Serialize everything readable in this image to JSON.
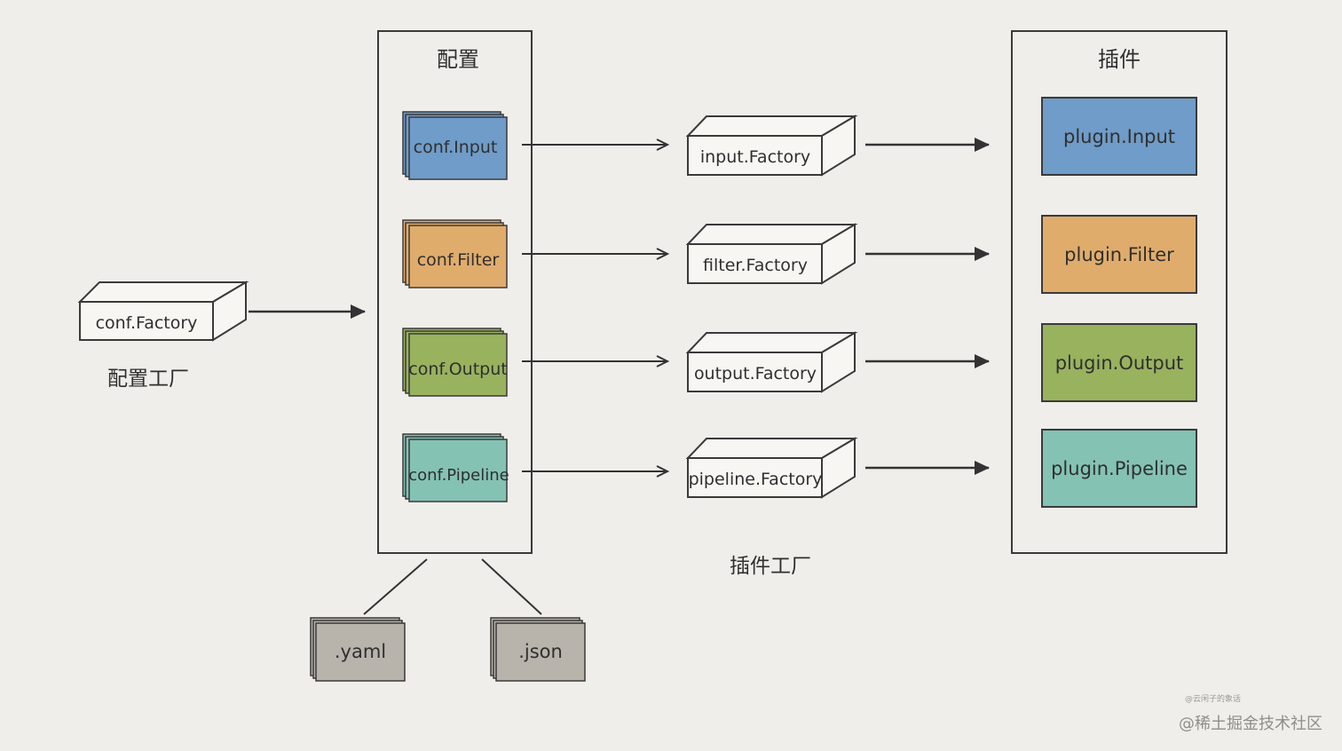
{
  "config_panel": {
    "title": "配置"
  },
  "plugin_panel": {
    "title": "插件"
  },
  "conf_factory": {
    "label": "conf.Factory",
    "caption": "配置工厂"
  },
  "conf_stacks": [
    {
      "label": "conf.Input",
      "color": "#6f9cc8"
    },
    {
      "label": "conf.Filter",
      "color": "#e0ac6c"
    },
    {
      "label": "conf.Output",
      "color": "#98b25e"
    },
    {
      "label": "conf.Pipeline",
      "color": "#84c2b4"
    }
  ],
  "plugin_factories": {
    "caption": "插件工厂",
    "items": [
      {
        "label": "input.Factory"
      },
      {
        "label": "filter.Factory"
      },
      {
        "label": "output.Factory"
      },
      {
        "label": "pipeline.Factory"
      }
    ]
  },
  "plugins": [
    {
      "label": "plugin.Input",
      "color": "#6f9cc8"
    },
    {
      "label": "plugin.Filter",
      "color": "#e0ac6c"
    },
    {
      "label": "plugin.Output",
      "color": "#98b25e"
    },
    {
      "label": "plugin.Pipeline",
      "color": "#84c2b4"
    }
  ],
  "file_formats": [
    {
      "label": ".yaml",
      "color": "#b8b3ab"
    },
    {
      "label": ".json",
      "color": "#b8b3ab"
    }
  ],
  "watermark": {
    "small": "@云闲子的象话",
    "main": "@稀土掘金技术社区"
  }
}
